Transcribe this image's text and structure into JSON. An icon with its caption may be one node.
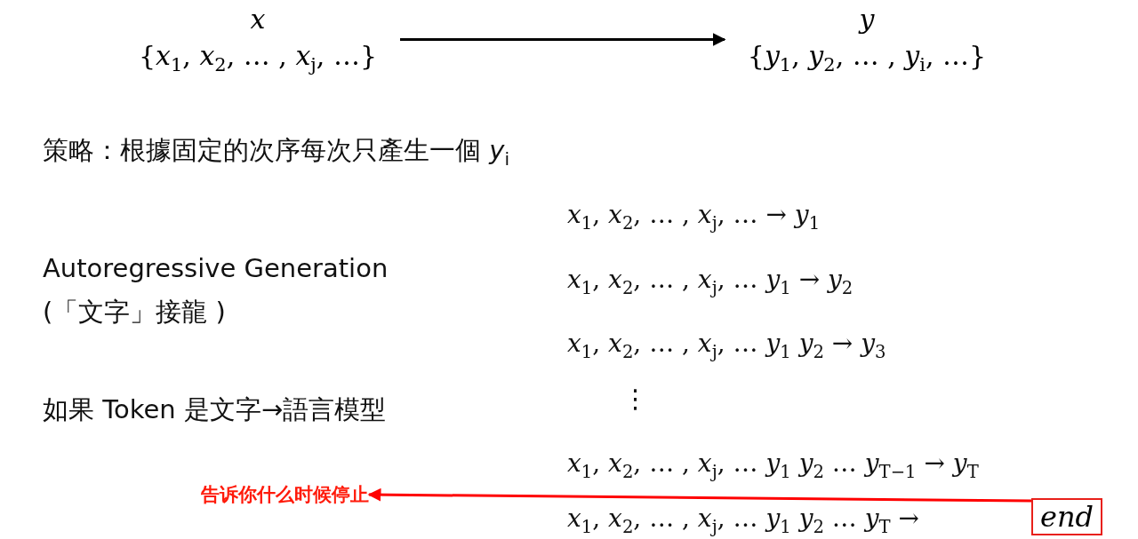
{
  "diagram": {
    "nodes": [
      {
        "text": [
          "*x*",
          "{*x*$_{1}$, *x*$_{2}$, … , *x*$_{j}$, …}"
        ]
      },
      {
        "text": [
          "*y*",
          "{*y*$_{1}$, *y*$_{2}$, … , *y*$_{i}$, …}"
        ]
      },
      {
        "text": [
          "end"
        ]
      },
      {
        "text": [
          "告诉你什么时候停止"
        ]
      }
    ],
    "edges": [
      {
        "from": 0,
        "to": 1,
        "arrow": "to"
      },
      {
        "from": 2,
        "to": 3,
        "arrow": "to",
        "color": "#ff0000"
      }
    ],
    "labels": [
      "策略：根據固定的次序每次只產生一個 *y*$_{i}$",
      "*x*$_{1}$, *x*$_{2}$, … , *x*$_{j}$, … → *y*$_{1}$",
      "Autoregressive Generation",
      "*x*$_{1}$, *x*$_{2}$, … , *x*$_{j}$, … *y*$_{1}$ → *y*$_{2}$",
      "(「文字」接龍 )",
      "*x*$_{1}$, *x*$_{2}$, … , *x*$_{j}$, … *y*$_{1}$ *y*$_{2}$ → *y*$_{3}$",
      "如果 Token 是文字→語言模型",
      "⋮",
      "*x*$_{1}$, *x*$_{2}$, … , *x*$_{j}$, … *y*$_{1}$ *y*$_{2}$  …  *y*$_{T−1}$ → *y*$_{T}$",
      "*x*$_{1}$, *x*$_{2}$, … , *x*$_{j}$, … *y*$_{1}$ *y*$_{2}$  …  *y*$_{T}$ →"
    ]
  }
}
